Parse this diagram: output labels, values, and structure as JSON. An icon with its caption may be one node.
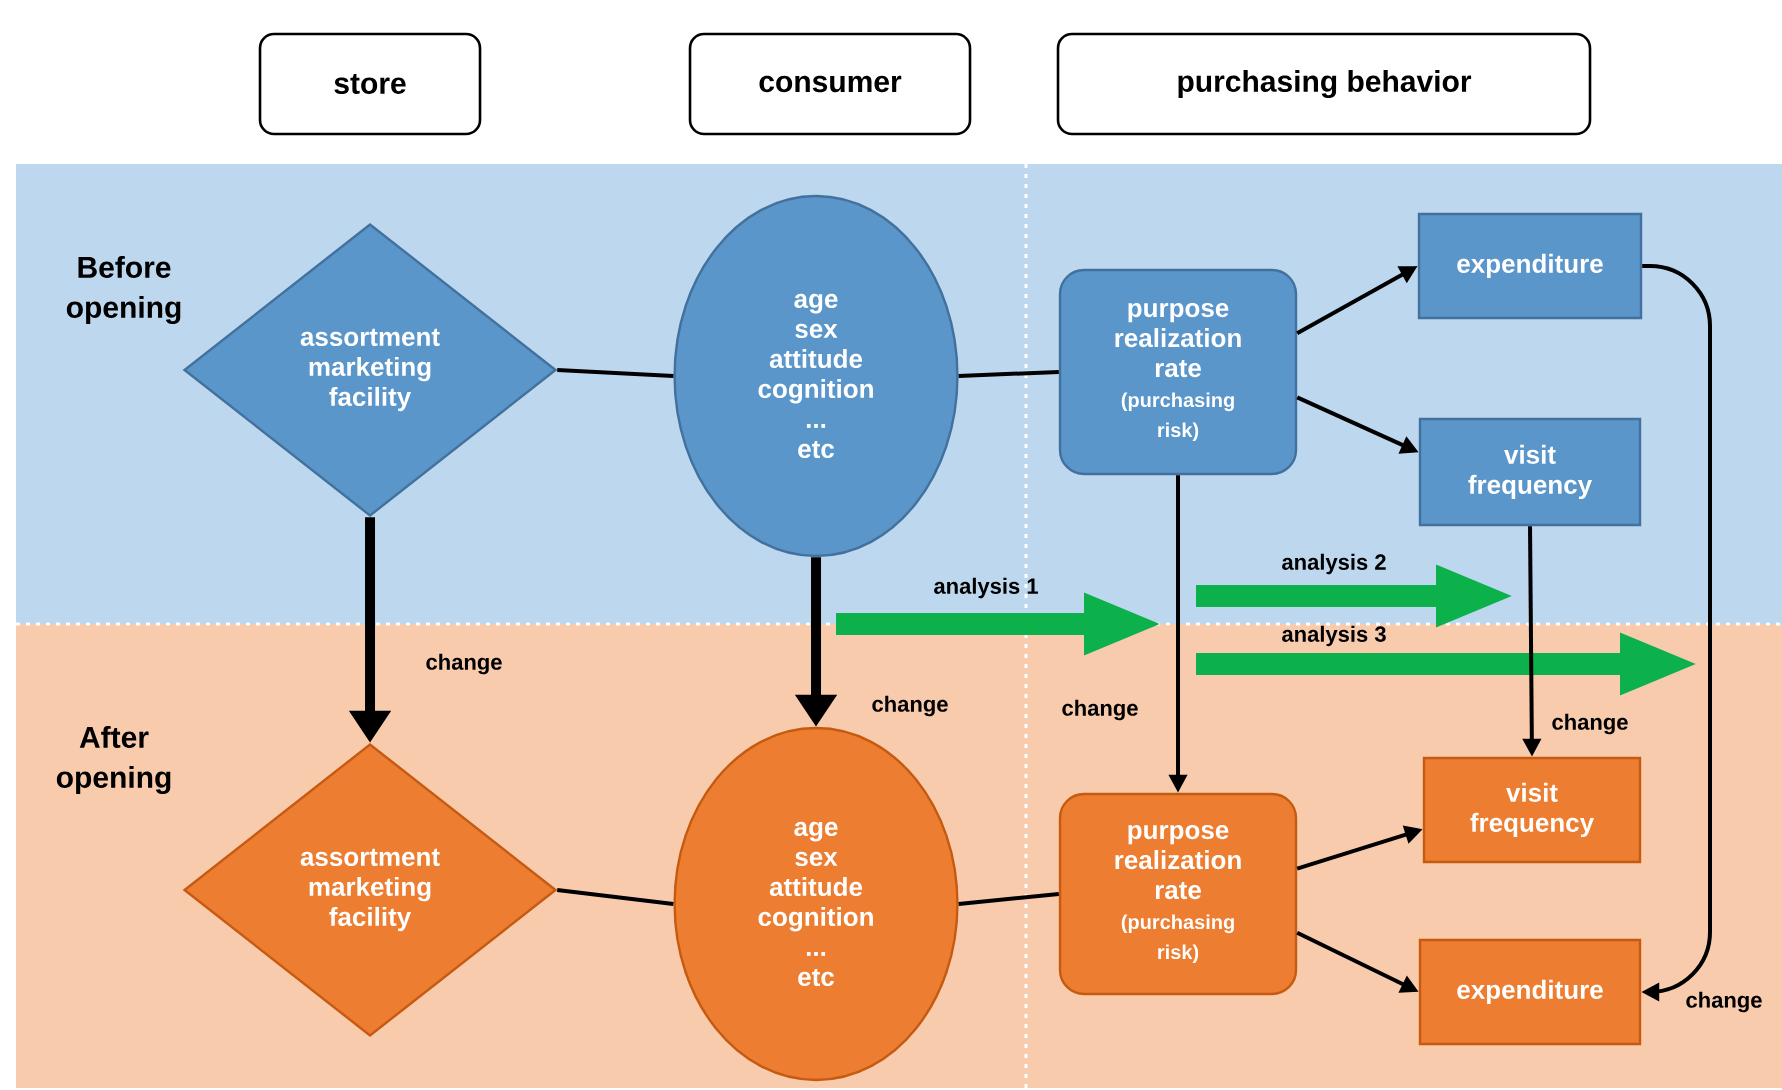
{
  "diagram": {
    "nodes": [
      {
        "text": [
          "store"
        ]
      },
      {
        "text": [
          "consumer"
        ]
      },
      {
        "text": [
          "purchasing behavior"
        ]
      },
      {
        "text": [
          "Before opening"
        ]
      },
      {
        "text": [
          "assortment marketing facility"
        ],
        "in": 3
      },
      {
        "text": [
          "age sex attitude cognition ... etc"
        ],
        "in": 3
      },
      {
        "text": [
          "purpose realization rate",
          "(purchasing risk)"
        ],
        "in": 3
      },
      {
        "text": [
          "expenditure"
        ],
        "in": 3
      },
      {
        "text": [
          "visit frequency"
        ],
        "in": 3
      },
      {
        "text": [
          "After opening"
        ]
      },
      {
        "text": [
          "assortment marketing facility"
        ],
        "in": 9
      },
      {
        "text": [
          "age sex attitude cognition ... etc"
        ],
        "in": 9
      },
      {
        "text": [
          "purpose realization rate",
          "(purchasing risk)"
        ],
        "in": 9
      },
      {
        "text": [
          "visit frequency"
        ],
        "in": 9
      },
      {
        "text": [
          "expenditure"
        ],
        "in": 9
      }
    ],
    "edges": [
      {
        "from": 4,
        "to": 5,
        "arrow": "none"
      },
      {
        "from": 5,
        "to": 6,
        "arrow": "none"
      },
      {
        "from": 6,
        "to": 7,
        "arrow": "to"
      },
      {
        "from": 6,
        "to": 8,
        "arrow": "to"
      },
      {
        "from": 10,
        "to": 11,
        "arrow": "none"
      },
      {
        "from": 11,
        "to": 12,
        "arrow": "none"
      },
      {
        "from": 12,
        "to": 13,
        "arrow": "to"
      },
      {
        "from": 12,
        "to": 14,
        "arrow": "to"
      },
      {
        "from": 4,
        "to": 10,
        "arrow": "to",
        "label": "change",
        "style": "thick"
      },
      {
        "from": 5,
        "to": 11,
        "arrow": "to",
        "label": "change",
        "style": "thick"
      },
      {
        "from": 6,
        "to": 12,
        "arrow": "to",
        "label": "change"
      },
      {
        "from": 8,
        "to": 13,
        "arrow": "to",
        "label": "change"
      },
      {
        "from": 7,
        "to": 14,
        "arrow": "to",
        "label": "change"
      }
    ],
    "labels": [
      "analysis 1",
      "analysis 2",
      "analysis 3"
    ]
  }
}
